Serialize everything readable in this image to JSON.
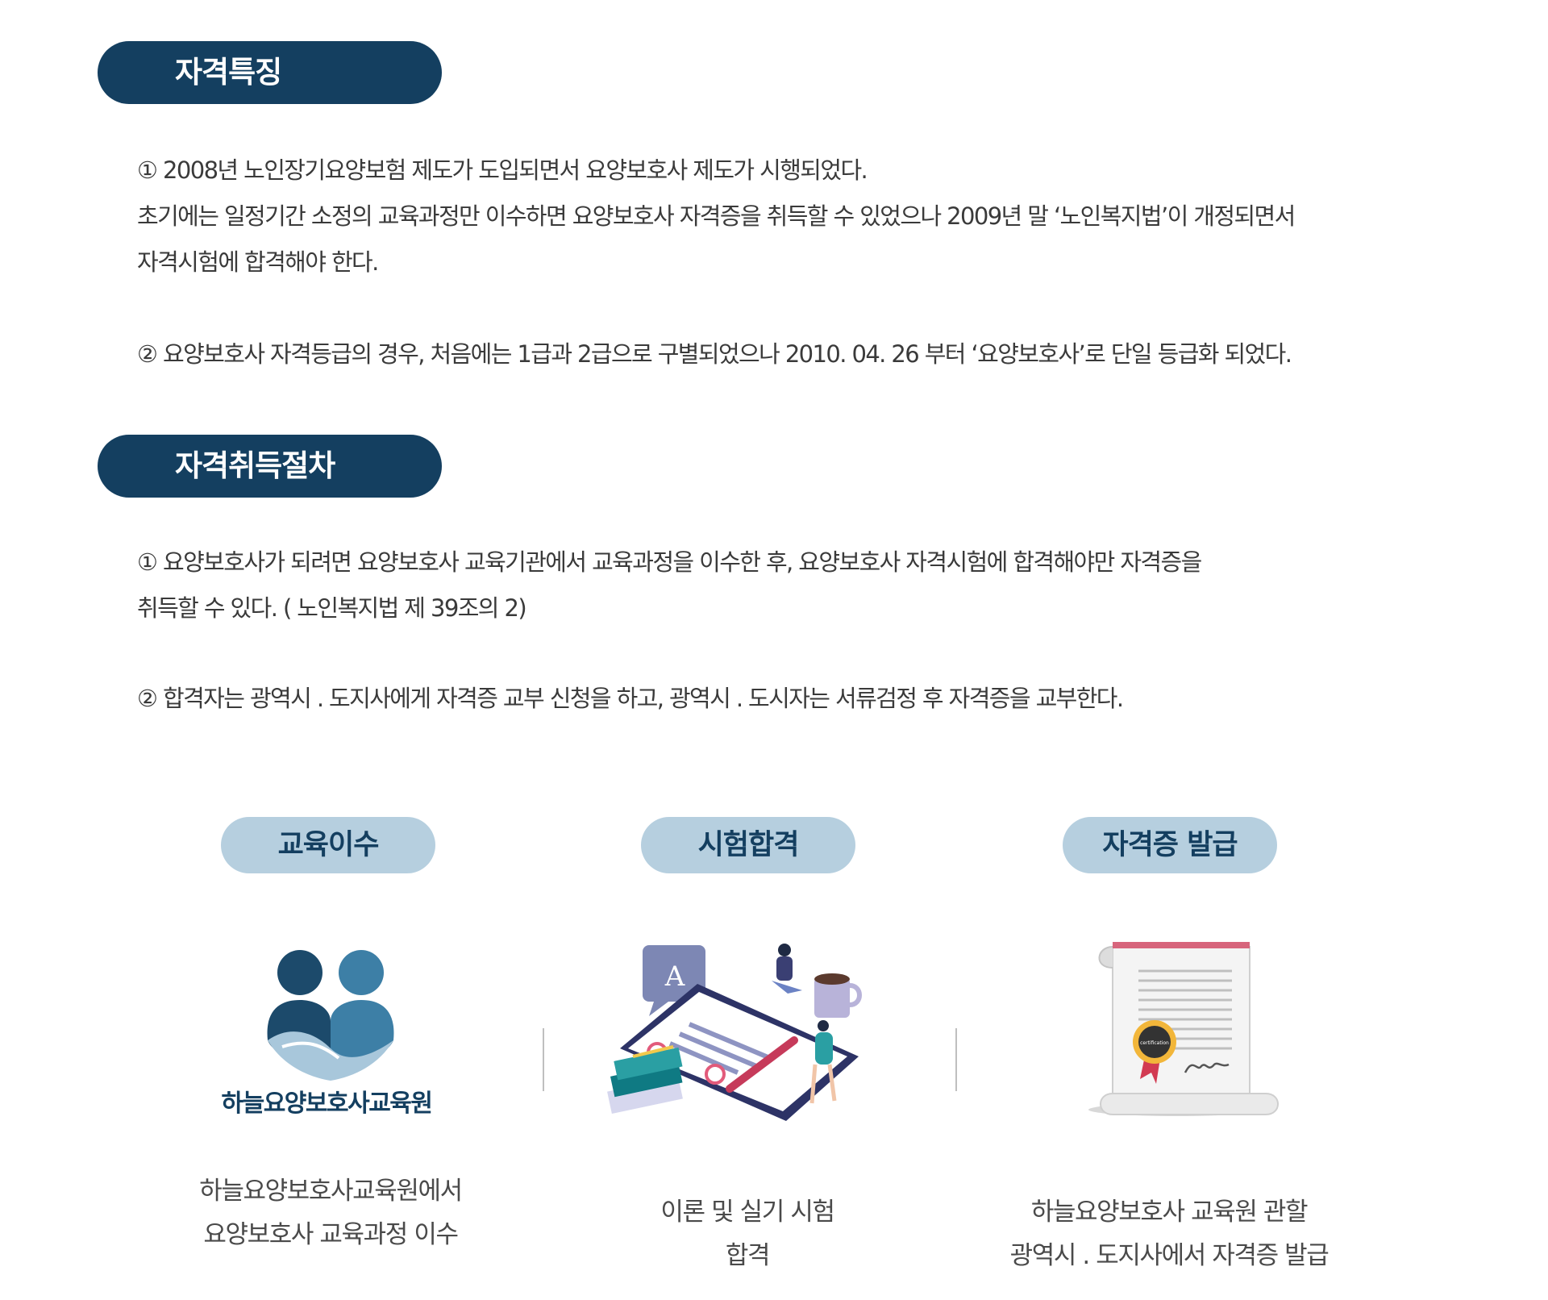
{
  "section1": {
    "title": "자격특징",
    "para1": [
      "① 2008년 노인장기요양보험 제도가 도입되면서 요양보호사 제도가 시행되었다.",
      "초기에는 일정기간 소정의 교육과정만 이수하면 요양보호사 자격증을 취득할 수 있었으나 2009년 말 ‘노인복지법’이 개정되면서",
      "자격시험에 합격해야 한다."
    ],
    "para2": "② 요양보호사 자격등급의 경우, 처음에는 1급과 2급으로 구별되었으나 2010. 04. 26 부터 ‘요양보호사’로 단일 등급화 되었다."
  },
  "section2": {
    "title": "자격취득절차",
    "para1": [
      "① 요양보호사가 되려면 요양보호사 교육기관에서 교육과정을 이수한 후, 요양보호사 자격시험에 합격해야만 자격증을",
      "취득할 수 있다. ( 노인복지법 제 39조의 2)"
    ],
    "para2": "② 합격자는 광역시 . 도지사에게 자격증 교부 신청을 하고, 광역시 . 도시자는 서류검정 후 자격증을 교부한다."
  },
  "steps": [
    {
      "label": "교육이수",
      "icon": "academy-logo-icon",
      "logo_text": "하늘요양보호사교육원",
      "desc": [
        "하늘요양보호사교육원에서",
        "요양보호사 교육과정 이수"
      ]
    },
    {
      "label": "시험합격",
      "icon": "exam-clipboard-icon",
      "desc": [
        "이론 및 실기 시험",
        "합격"
      ]
    },
    {
      "label": "자격증 발급",
      "icon": "certificate-scroll-icon",
      "badge_text": "certification",
      "desc": [
        "하늘요양보호사 교육원 관할",
        "광역시 . 도지사에서 자격증 발급"
      ]
    }
  ],
  "colors": {
    "section_pill": "#143f60",
    "step_pill": "#b6cfdf",
    "text": "#3a3a3a"
  }
}
